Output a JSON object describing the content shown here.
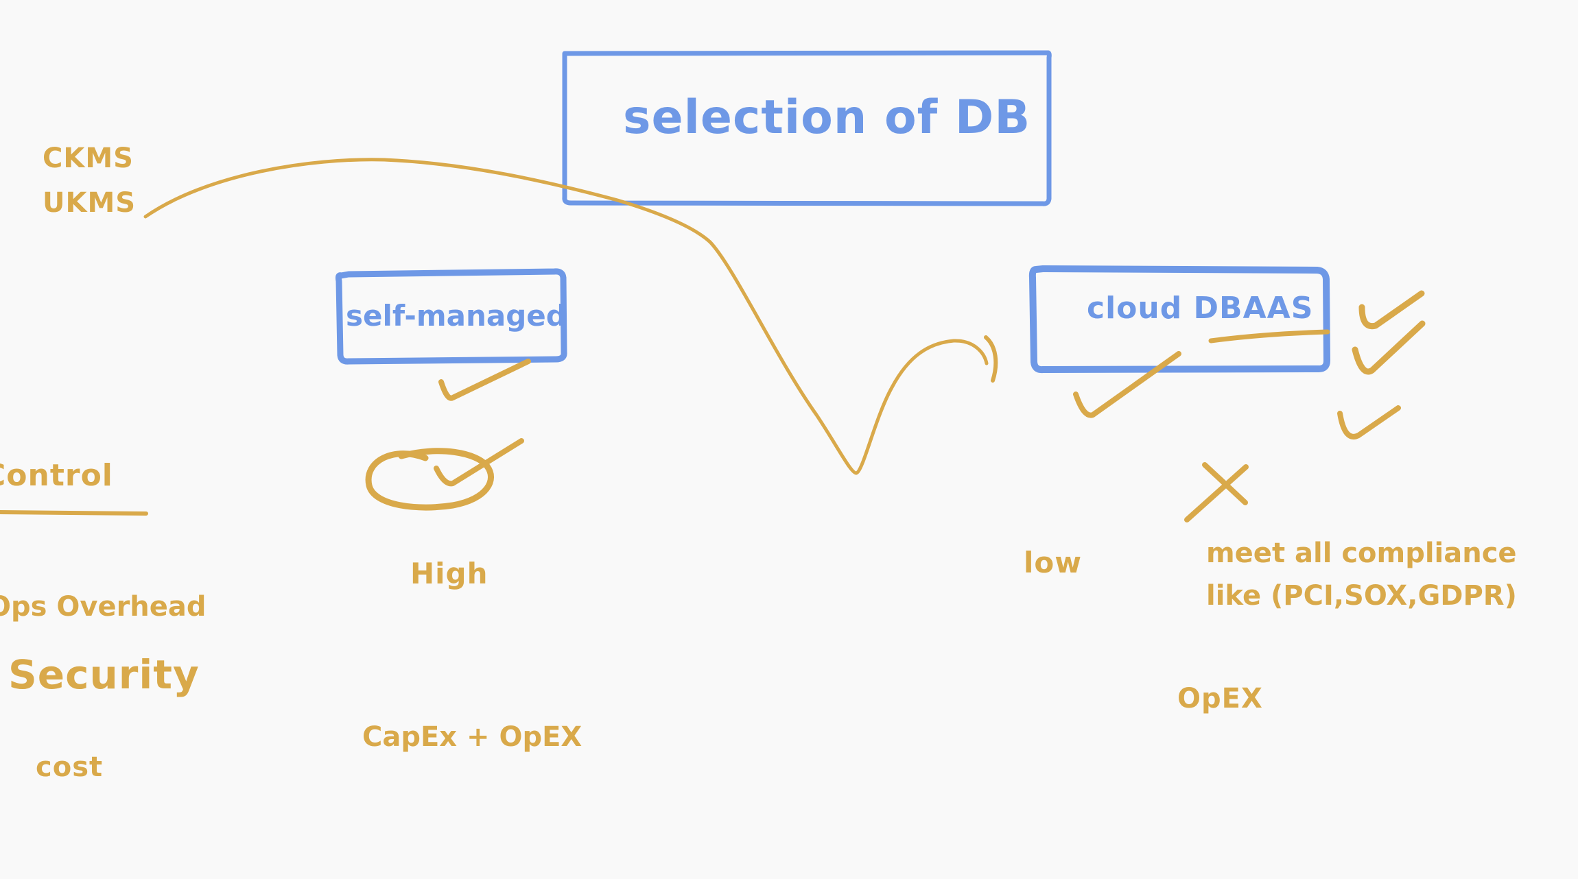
{
  "colors": {
    "blue": "#6e98e6",
    "gold": "#d9a94a",
    "background": "#f9f9f9"
  },
  "title": "selection of DB",
  "options": {
    "self_managed": "self-managed",
    "cloud": "cloud DBAAS"
  },
  "kms": {
    "line1": "CKMS",
    "line2": "UKMS"
  },
  "criteria": {
    "control": "Control",
    "ops_overhead": "Ops Overhead",
    "security": "Security",
    "cost": "cost"
  },
  "self_managed_values": {
    "ops_overhead": "High",
    "cost": "CapEx  + OpEX"
  },
  "cloud_values": {
    "ops_overhead": "low",
    "compliance_line1": "meet all compliance",
    "compliance_line2": "like (PCI,SOX,GDPR)",
    "cost": "OpEX"
  },
  "icons": [
    "checkmark-icon",
    "cross-icon",
    "circle-annotation"
  ]
}
